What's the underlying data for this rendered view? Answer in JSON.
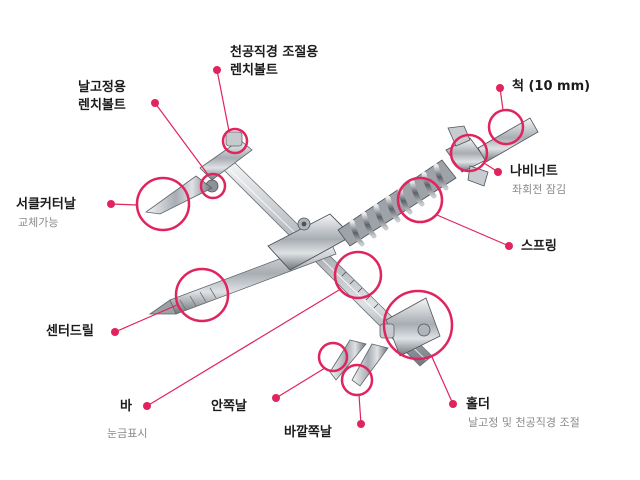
{
  "callouts": {
    "hole_wrench_bolt": {
      "line1": "천공직경 조절용",
      "line2": "렌치볼트"
    },
    "blade_fix_bolt": {
      "line1": "날고정용",
      "line2": "렌치볼트"
    },
    "chuck": {
      "label": "척 (10 mm)"
    },
    "wing_nut": {
      "label": "나비너트",
      "sub": "좌회전 잠김"
    },
    "circle_cutter": {
      "label": "서클커터날",
      "sub": "교체가능"
    },
    "spring": {
      "label": "스프링"
    },
    "center_drill": {
      "label": "센터드릴"
    },
    "holder": {
      "label": "홀더",
      "sub": "날고정 및 천공직경 조절"
    },
    "bar": {
      "label": "바",
      "sub": "눈금표시"
    },
    "inner_blade": {
      "label": "안쪽날"
    },
    "outer_blade": {
      "label": "바깥쪽날"
    }
  },
  "colors": {
    "accent": "#e0245e",
    "leader": "#e0245e",
    "metal": "#b9bec4"
  }
}
